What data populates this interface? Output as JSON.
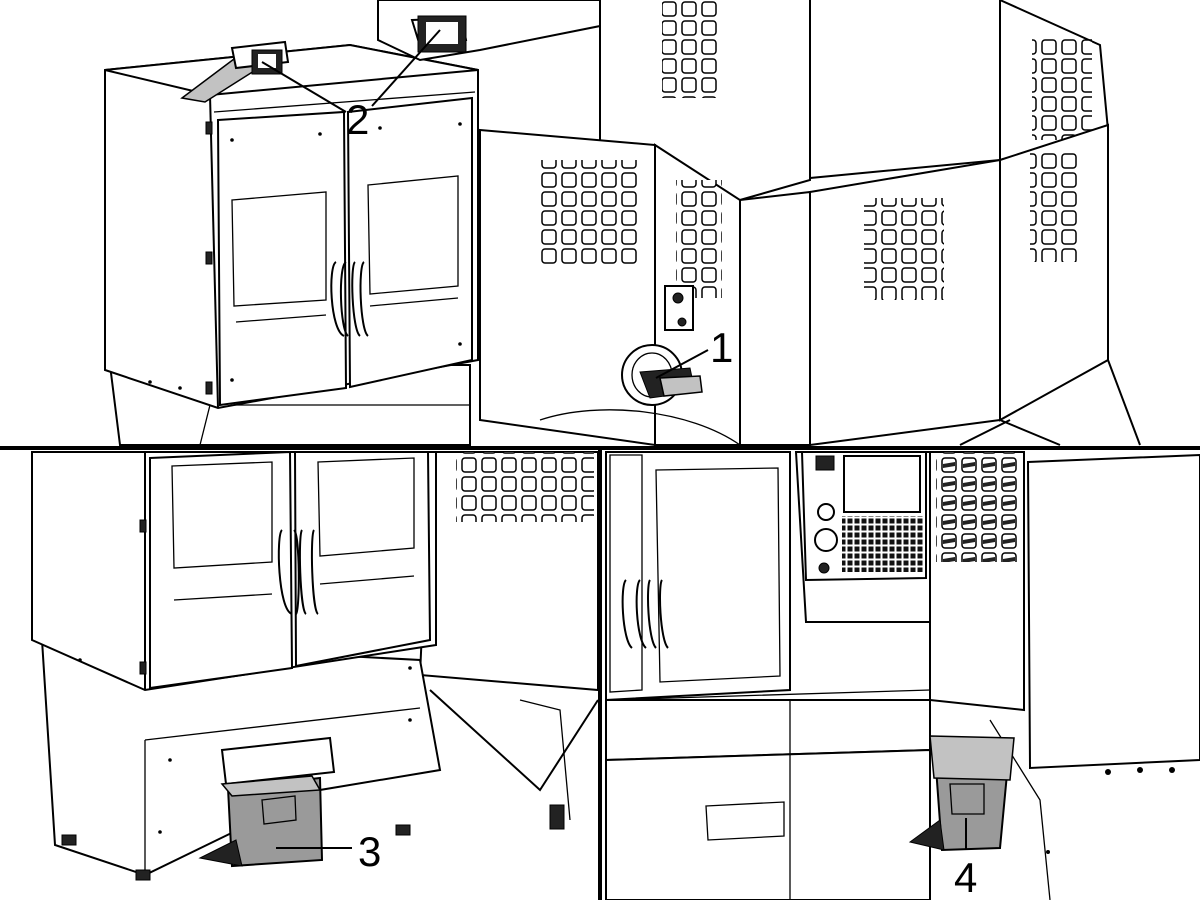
{
  "callouts": {
    "c1": "1",
    "c2": "2",
    "c3": "3",
    "c4": "4"
  },
  "colors": {
    "line": "#000000",
    "background": "#ffffff",
    "tub_fill": "#9a9a9a"
  }
}
